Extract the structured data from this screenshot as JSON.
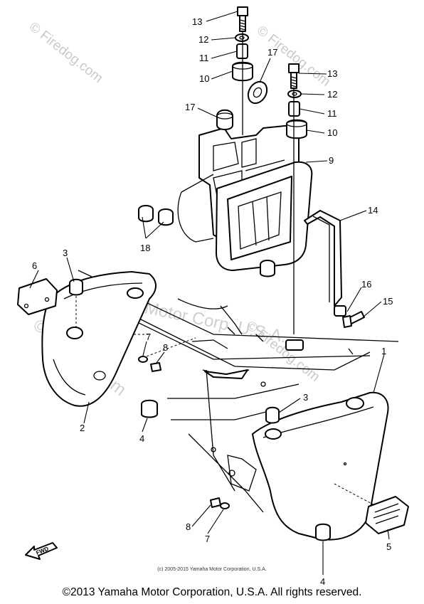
{
  "watermarks": {
    "mark_a": "© Firedog.com",
    "mark_b": "© Firedog.com",
    "mark_c": "© Firedog.com",
    "mark_d": "© Firedog.com",
    "mark_e": "Yamaha Motor Corp. U.S.A."
  },
  "callouts": {
    "c1": "1",
    "c2": "2",
    "c3a": "3",
    "c3b": "3",
    "c4a": "4",
    "c4b": "4",
    "c5": "5",
    "c6": "6",
    "c7a": "7",
    "c7b": "7",
    "c8a": "8",
    "c8b": "8",
    "c9": "9",
    "c10a": "10",
    "c10b": "10",
    "c11a": "11",
    "c11b": "11",
    "c12a": "12",
    "c12b": "12",
    "c13a": "13",
    "c13b": "13",
    "c14": "14",
    "c15": "15",
    "c16": "16",
    "c17a": "17",
    "c17b": "17",
    "c18": "18"
  },
  "fwd_label": "FWD",
  "inner_copyright": "(c) 2005-2015 Yamaha Motor Corporation, U.S.A.",
  "footer_copyright": "©2013 Yamaha Motor Corporation, U.S.A. All rights reserved."
}
